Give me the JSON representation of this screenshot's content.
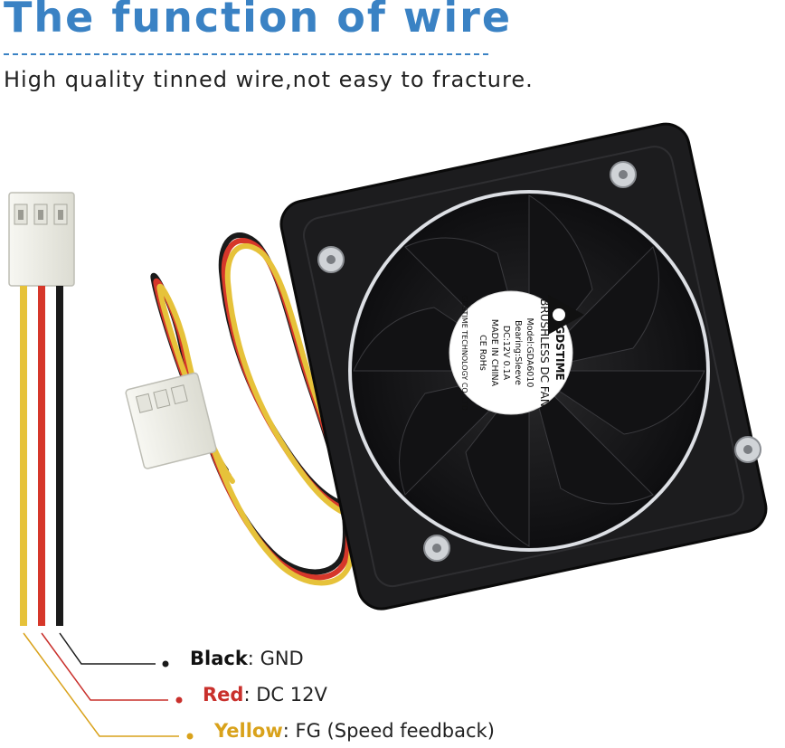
{
  "header": {
    "title": "The function of wire",
    "subtitle": "High quality tinned wire,not easy to fracture."
  },
  "fan_label": {
    "brand": "GDSTIME",
    "product": "BRUSHLESS DC FAN",
    "model": "Model:GDA6010",
    "bearing": "Bearing:Sleeve",
    "rating": "DC:12V  0.1A",
    "origin": "MADE IN CHINA",
    "certs": "CE  RoHs",
    "company": "GDSTIME TECHNOLOGY CO.,LTD"
  },
  "legend": [
    {
      "name": "Black",
      "sep": ": ",
      "desc": "GND",
      "color": "#111111"
    },
    {
      "name": "Red",
      "sep": ": ",
      "desc": "DC 12V",
      "color": "#c9302c"
    },
    {
      "name": "Yellow",
      "sep": ": ",
      "desc": "FG (Speed feedback)",
      "color": "#d9a21b"
    }
  ],
  "colors": {
    "title": "#3a82c4",
    "wire_black": "#1a1a1a",
    "wire_red": "#d6372a",
    "wire_yellow": "#e6c23a",
    "fan_body": "#1c1c1e"
  }
}
